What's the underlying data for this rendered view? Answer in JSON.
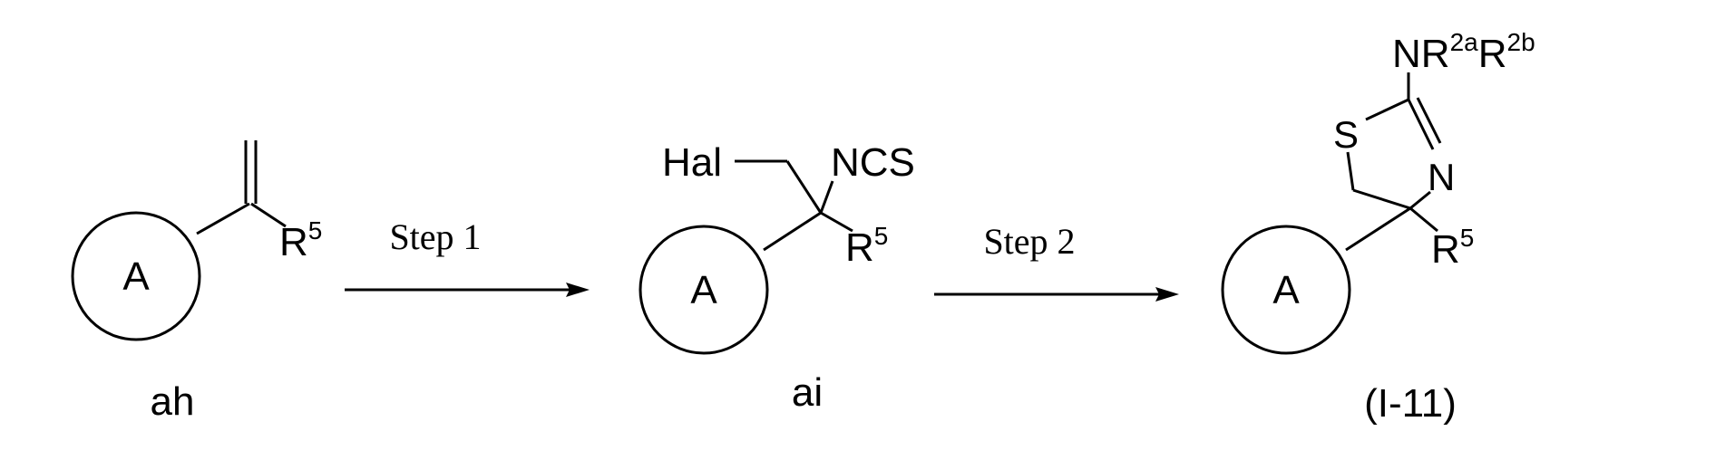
{
  "compounds": {
    "ah": {
      "ring_label": "A",
      "r_label": "R",
      "r_sup": "5",
      "name": "ah"
    },
    "ai": {
      "ring_label": "A",
      "hal_label": "Hal",
      "ncs_label": "NCS",
      "r_label": "R",
      "r_sup": "5",
      "name": "ai"
    },
    "product": {
      "ring_label": "A",
      "s_label": "S",
      "n_label": "N",
      "amine_label": "NR",
      "amine_sup1": "2a",
      "amine_r2": "R",
      "amine_sup2": "2b",
      "r_label": "R",
      "r_sup": "5",
      "name": "(I-11)"
    }
  },
  "steps": [
    {
      "label": "Step 1"
    },
    {
      "label": "Step 2"
    }
  ]
}
